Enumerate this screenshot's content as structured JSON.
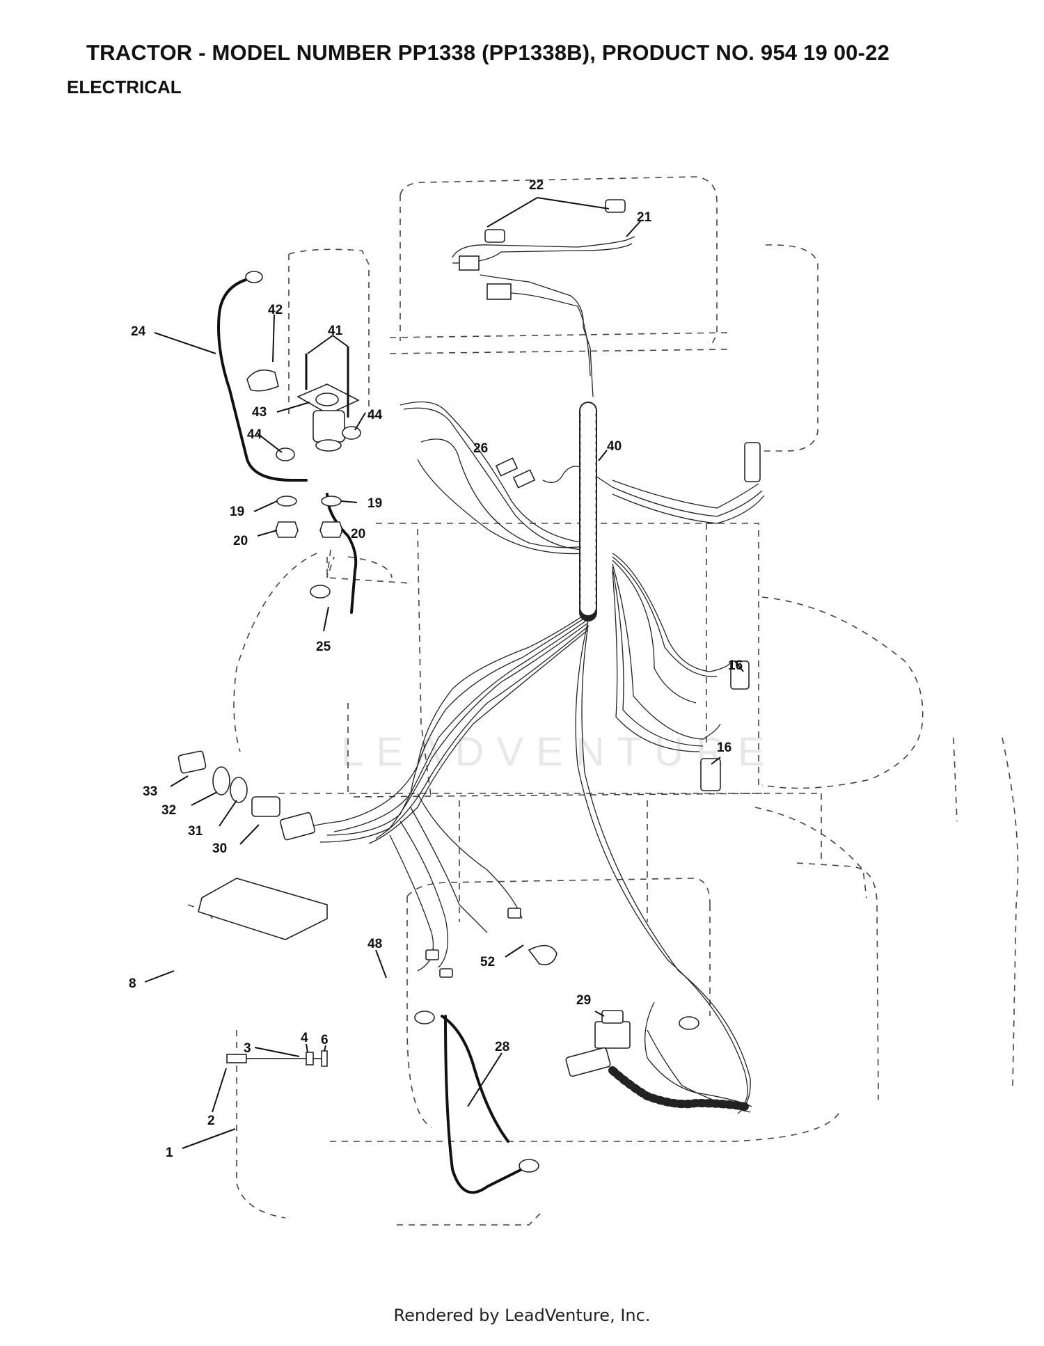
{
  "header": {
    "title": "TRACTOR - MODEL NUMBER PP1338 (PP1338B), PRODUCT NO. 954 19 00-22",
    "section": "ELECTRICAL"
  },
  "watermark": "LEADVENTURE",
  "footer": "Rendered by LeadVenture, Inc.",
  "callouts": [
    "22",
    "21",
    "24",
    "42",
    "41",
    "43",
    "44",
    "44",
    "26",
    "40",
    "19",
    "19",
    "20",
    "20",
    "25",
    "16",
    "16",
    "33",
    "32",
    "31",
    "30",
    "48",
    "52",
    "8",
    "29",
    "4",
    "6",
    "3",
    "28",
    "2",
    "1"
  ],
  "colors": {
    "ink": "#111111",
    "outline": "#444444",
    "watermark": "#e8e8e8"
  }
}
